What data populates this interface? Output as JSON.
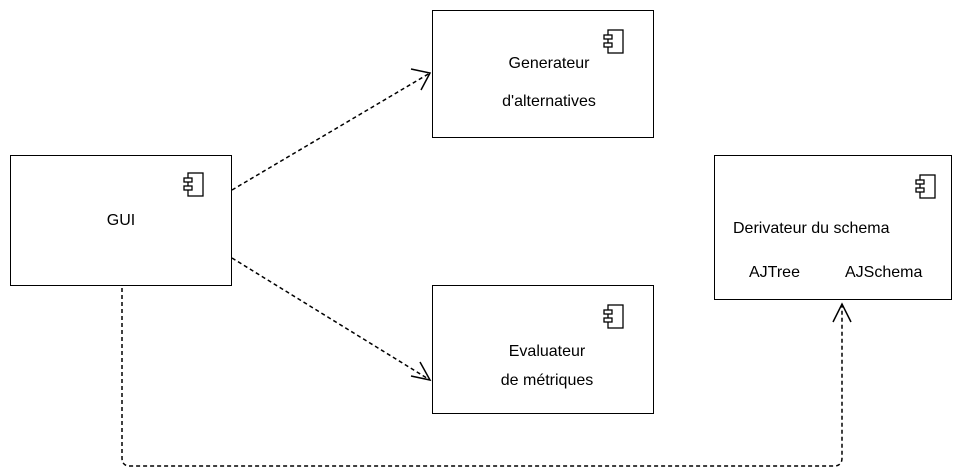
{
  "diagram": {
    "components": {
      "gui": {
        "name": "GUI"
      },
      "generateur": {
        "line1": "Generateur",
        "line2": "d'alternatives"
      },
      "evaluateur": {
        "line1": "Evaluateur",
        "line2": "de métriques"
      },
      "derivateur": {
        "title": "Derivateur du schema",
        "item1": "AJTree",
        "item2": "AJSchema"
      }
    },
    "icons": {
      "component": "component-icon"
    },
    "colors": {
      "stroke": "#000000",
      "background": "#ffffff"
    }
  }
}
